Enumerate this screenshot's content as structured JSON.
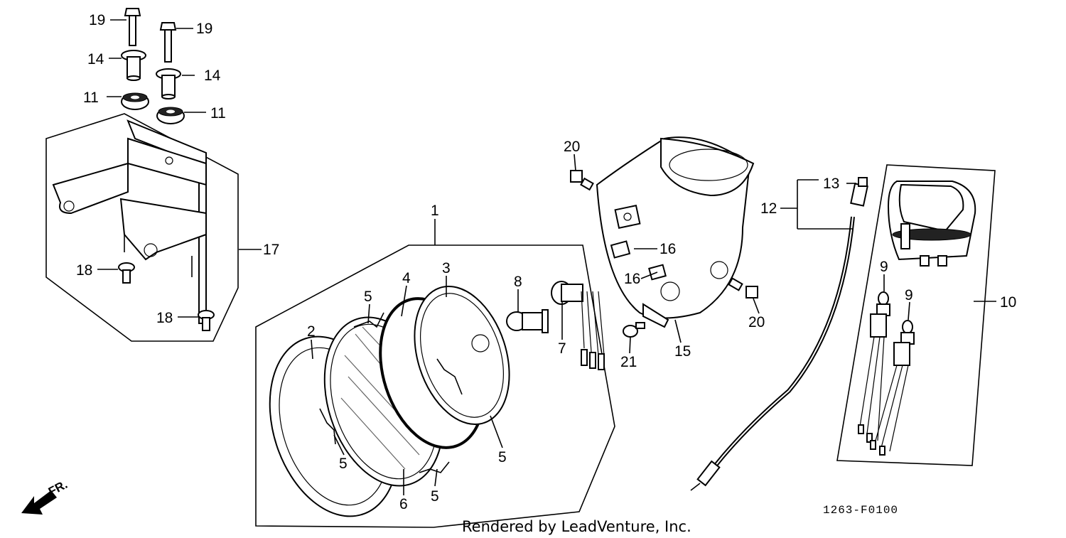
{
  "diagram_code": "1263-F0100",
  "credit": "Rendered by LeadVenture, Inc.",
  "direction_label": "FR.",
  "callouts": {
    "c1": "1",
    "c2": "2",
    "c3": "3",
    "c4": "4",
    "c5a": "5",
    "c5b": "5",
    "c5c": "5",
    "c5d": "5",
    "c6": "6",
    "c7": "7",
    "c8": "8",
    "c9a": "9",
    "c9b": "9",
    "c10": "10",
    "c11a": "11",
    "c11b": "11",
    "c12": "12",
    "c13": "13",
    "c14a": "14",
    "c14b": "14",
    "c15": "15",
    "c16a": "16",
    "c16b": "16",
    "c17": "17",
    "c18a": "18",
    "c18b": "18",
    "c19a": "19",
    "c19b": "19",
    "c20a": "20",
    "c20b": "20",
    "c21": "21"
  }
}
